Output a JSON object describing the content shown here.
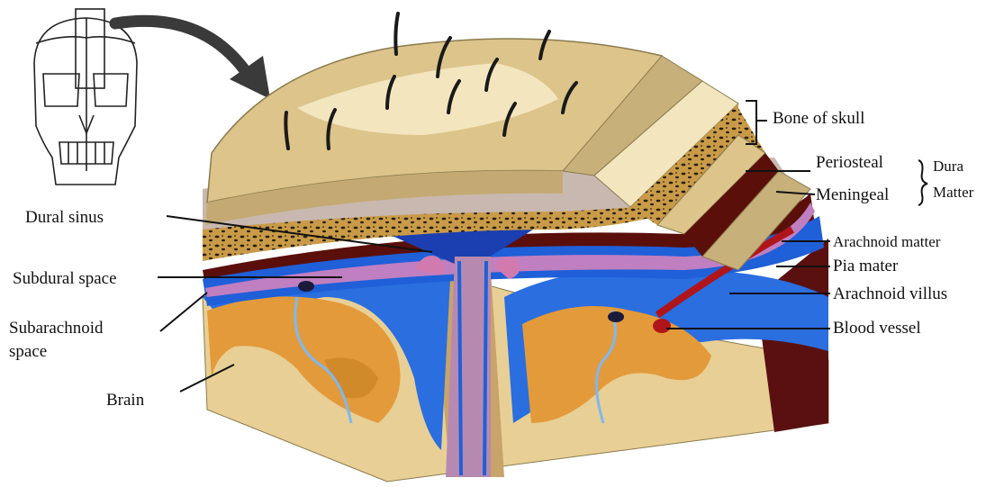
{
  "labels": {
    "bone_of_skull": "Bone of skull",
    "periosteal": "Periosteal",
    "meningeal": "Meningeal",
    "dura_matter_1": "Dura",
    "dura_matter_2": "Matter",
    "dural_sinus": "Dural sinus",
    "arachnoid_matter": "Arachnoid matter",
    "pia_mater": "Pia mater",
    "subdural_space": "Subdural space",
    "arachnoid_villus": "Arachnoid villus",
    "subarachnoid_space_1": "Subarachnoid",
    "subarachnoid_space_2": "space",
    "blood_vessel": "Blood vessel",
    "brain": "Brain"
  },
  "colors": {
    "bone": "#dcc48a",
    "bone_light": "#f3e6bf",
    "bone_dark": "#8a7a4d",
    "spongy": "#c79a45",
    "periosteal": "#c9b8b0",
    "dura": "#7a1f10",
    "arachnoid": "#1f5fd8",
    "pia": "#c07fc0",
    "brain_orange": "#e39a3a",
    "brain_tan": "#e8cf95",
    "vessel": "#b0151a"
  }
}
